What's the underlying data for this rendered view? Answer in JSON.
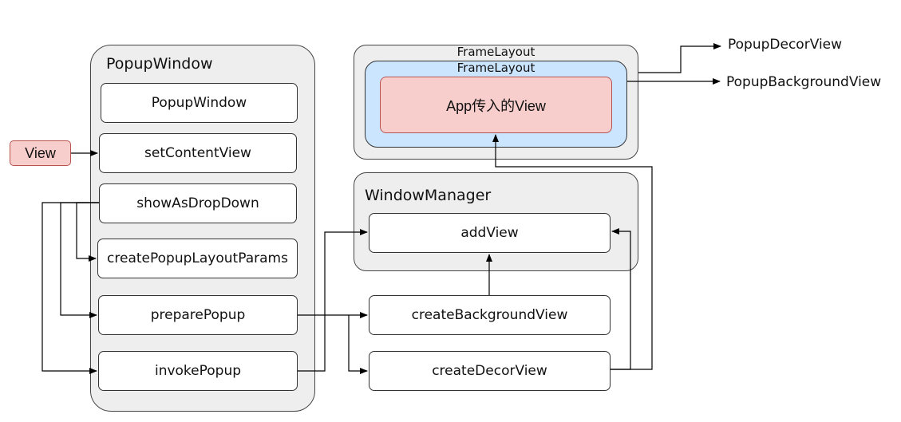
{
  "popup_window_group": {
    "title": "PopupWindow",
    "items": [
      "PopupWindow",
      "setContentView",
      "showAsDropDown",
      "createPopupLayoutParams",
      "preparePopup",
      "invokePopup"
    ]
  },
  "input_view": "View",
  "frame_layout": {
    "outer_title": "FrameLayout",
    "inner_title": "FrameLayout",
    "content": "App传入的View"
  },
  "window_manager": {
    "title": "WindowManager",
    "add_view": "addView"
  },
  "create_background_view": "createBackgroundView",
  "create_decor_view": "createDecorView",
  "outputs": {
    "decor": "PopupDecorView",
    "background": "PopupBackgroundView"
  },
  "colors": {
    "container_fill": "#eeeeee",
    "pink_fill": "#f8cecc",
    "blue_fill": "#cce5ff",
    "line": "#000000"
  }
}
